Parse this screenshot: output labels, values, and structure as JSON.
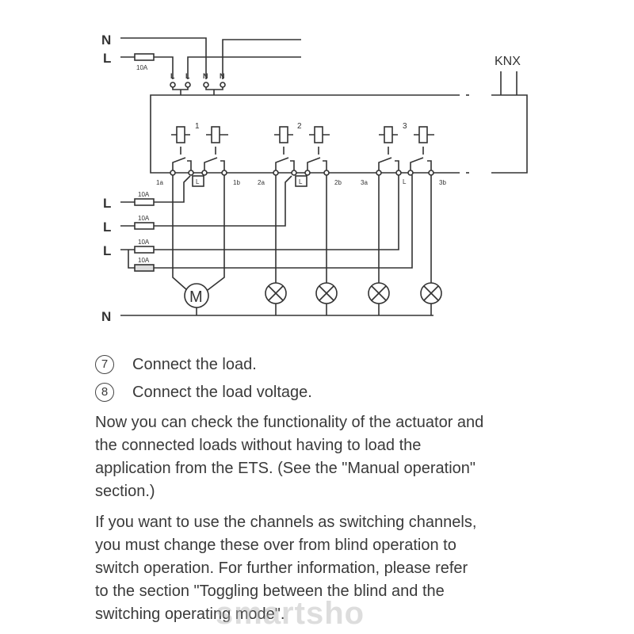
{
  "diagram": {
    "supply_top": {
      "neutral": "N",
      "line": "L",
      "fuse": "10A"
    },
    "terminals": [
      "L",
      "L",
      "N",
      "N"
    ],
    "bus_label": "KNX",
    "channels": [
      "1",
      "2",
      "3"
    ],
    "outputs": [
      "1a",
      "1b",
      "2a",
      "2b",
      "3a",
      "3b"
    ],
    "common_label": "L",
    "load_lines": [
      "L",
      "L",
      "L"
    ],
    "load_fuses": [
      "10A",
      "10A",
      "10A",
      "10A"
    ],
    "motor_label": "M",
    "neutral_bottom": "N"
  },
  "steps": [
    {
      "number": "7",
      "text": "Connect the load."
    },
    {
      "number": "8",
      "text": "Connect the load voltage."
    }
  ],
  "paragraphs": [
    [
      "Now you can check the functionality of the actuator and",
      "the connected loads without having to load the",
      "application from the ETS. (See the \"Manual operation\"",
      "section.)"
    ],
    [
      "If you want to use the channels as switching channels,",
      "you must change these over from blind operation to",
      "switch operation. For further information, please refer",
      "to the section \"Toggling between the blind and the",
      "switching operating mode\"."
    ]
  ],
  "watermark": "smartsho"
}
